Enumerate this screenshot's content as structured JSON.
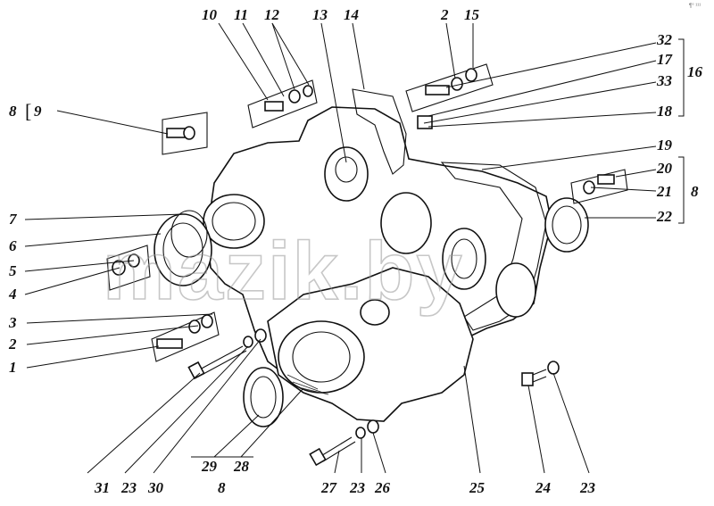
{
  "diagram": {
    "corner_code": "¶° ¹¹¹",
    "watermark": "mazik.by",
    "callouts": {
      "c1": "1",
      "c2": "2",
      "c3": "3",
      "c4": "4",
      "c5": "5",
      "c6": "6",
      "c7": "7",
      "c8": "8",
      "c9": "9",
      "c10": "10",
      "c11": "11",
      "c12": "12",
      "c13": "13",
      "c14": "14",
      "c2b": "2",
      "c15": "15",
      "c32": "32",
      "c17": "17",
      "c33": "33",
      "c16": "16",
      "c18": "18",
      "c19": "19",
      "c20": "20",
      "c21": "21",
      "c8b": "8",
      "c22": "22",
      "c31": "31",
      "c23a": "23",
      "c30": "30",
      "c29": "29",
      "c28": "28",
      "c8c": "8",
      "c27": "27",
      "c23b": "23",
      "c26": "26",
      "c25": "25",
      "c24": "24",
      "c23c": "23"
    }
  }
}
